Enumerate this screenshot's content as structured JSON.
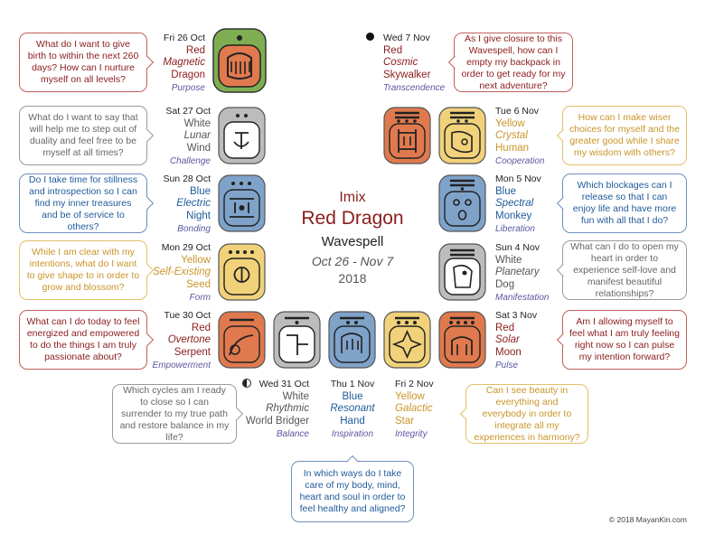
{
  "colors": {
    "red": "#8b1c1c",
    "white": "#555555",
    "blue": "#1f5a9a",
    "yellow": "#c9952a",
    "red_fill": "#e07a4e",
    "white_fill": "#bcbcbc",
    "blue_fill": "#7fa2c9",
    "yellow_fill": "#f1d27a",
    "green_fill": "#7fae52",
    "red_border": "#c0605a",
    "white_border": "#9a9a9a",
    "blue_border": "#6f8fbf",
    "yellow_border": "#e3c068",
    "keyword": "#5b57a0"
  },
  "center": {
    "line1": "Imix",
    "line2": "Red Dragon",
    "line3": "Wavespell",
    "line4": "Oct 26 - Nov 7",
    "line5": "2018"
  },
  "copyright": "© 2018 MayanKin.com",
  "days": [
    {
      "date": "Fri 26 Oct",
      "color": "Red",
      "tone": "Magnetic",
      "name": "Dragon",
      "keyword": "Purpose",
      "question": "What do I want to give birth to within the next 260 days? How can I nurture myself on all levels?"
    },
    {
      "date": "Sat 27 Oct",
      "color": "White",
      "tone": "Lunar",
      "name": "Wind",
      "keyword": "Challenge",
      "question": "What do I want to say that will help me to step out of duality and feel free to be myself at all times?"
    },
    {
      "date": "Sun 28 Oct",
      "color": "Blue",
      "tone": "Electric",
      "name": "Night",
      "keyword": "Bonding",
      "question": "Do I take time for stillness and introspection so I can find my inner treasures and be of service to others?"
    },
    {
      "date": "Mon 29 Oct",
      "color": "Yellow",
      "tone": "Self-Existing",
      "name": "Seed",
      "keyword": "Form",
      "question": "While I am clear with my intentions, what do I want to give shape to in order to grow and blossom?"
    },
    {
      "date": "Tue 30 Oct",
      "color": "Red",
      "tone": "Overtone",
      "name": "Serpent",
      "keyword": "Empowerment",
      "question": "What can I do today to feel energized and empowered to do the things I am truly passionate about?"
    },
    {
      "date": "Wed 31 Oct",
      "color": "White",
      "tone": "Rhythmic",
      "name": "World Bridger",
      "keyword": "Balance",
      "question": "Which cycles am I ready to close so I can surrender to my true path and restore balance in my life?"
    },
    {
      "date": "Thu 1 Nov",
      "color": "Blue",
      "tone": "Resonant",
      "name": "Hand",
      "keyword": "Inspiration",
      "question": "In which ways do I take care of my body, mind, heart and soul in order to feel healthy and aligned?"
    },
    {
      "date": "Fri 2 Nov",
      "color": "Yellow",
      "tone": "Galactic",
      "name": "Star",
      "keyword": "Integrity",
      "question": "Can I see beauty in everything and everybody in order to integrate all my experiences in harmony?"
    },
    {
      "date": "Sat 3 Nov",
      "color": "Red",
      "tone": "Solar",
      "name": "Moon",
      "keyword": "Pulse",
      "question": "Am I allowing myself to feel what I am truly feeling right now so I can pulse my intention forward?"
    },
    {
      "date": "Sun 4 Nov",
      "color": "White",
      "tone": "Planetary",
      "name": "Dog",
      "keyword": "Manifestation",
      "question": "What can I do to open my heart in order to experience self-love and manifest beautiful relationships?"
    },
    {
      "date": "Mon 5 Nov",
      "color": "Blue",
      "tone": "Spectral",
      "name": "Monkey",
      "keyword": "Liberation",
      "question": "Which blockages can I release so that I can enjoy life and have more fun with all that I do?"
    },
    {
      "date": "Tue 6 Nov",
      "color": "Yellow",
      "tone": "Crystal",
      "name": "Human",
      "keyword": "Cooperation",
      "question": "How can I make wiser choices for myself and the greater good while I share my wisdom with others?"
    },
    {
      "date": "Wed 7 Nov",
      "color": "Red",
      "tone": "Cosmic",
      "name": "Skywalker",
      "keyword": "Transcendence",
      "question": "As I give closure to this Wavespell, how can I empty my backpack in order to get ready for my next adventure?"
    }
  ]
}
